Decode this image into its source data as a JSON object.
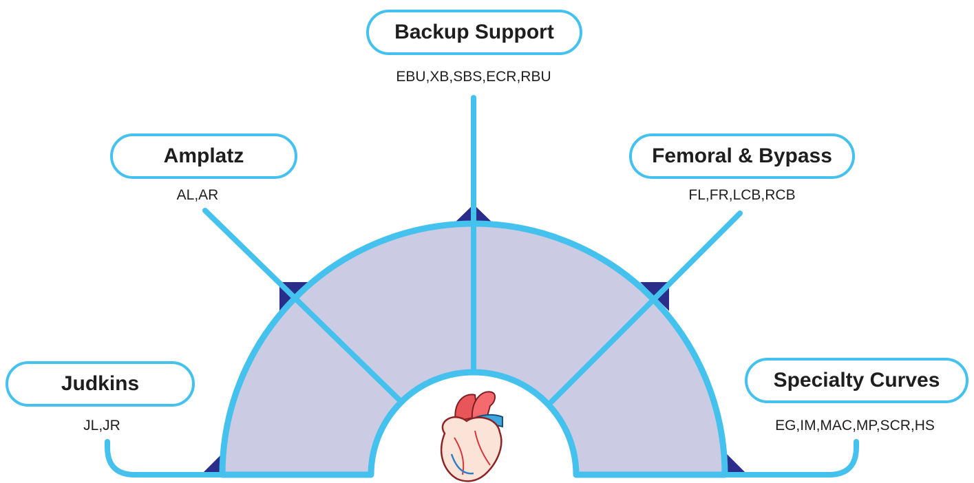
{
  "categories": [
    {
      "id": "backup",
      "title": "Backup Support",
      "codes": "EBU,XB,SBS,ECR,RBU"
    },
    {
      "id": "amplatz",
      "title": "Amplatz",
      "codes": "AL,AR"
    },
    {
      "id": "femoral",
      "title": "Femoral & Bypass",
      "codes": "FL,FR,LCB,RCB"
    },
    {
      "id": "judkins",
      "title": "Judkins",
      "codes": "JL,JR"
    },
    {
      "id": "specialty",
      "title": "Specialty Curves",
      "codes": "EG,IM,MAC,MP,SCR,HS"
    }
  ],
  "center_icon": "anatomical-heart-icon",
  "colors": {
    "line": "#45c1ee",
    "arc_fill": "#cbcbe4",
    "accent_triangle": "#2b2d8a",
    "text": "#1e1e1e"
  }
}
